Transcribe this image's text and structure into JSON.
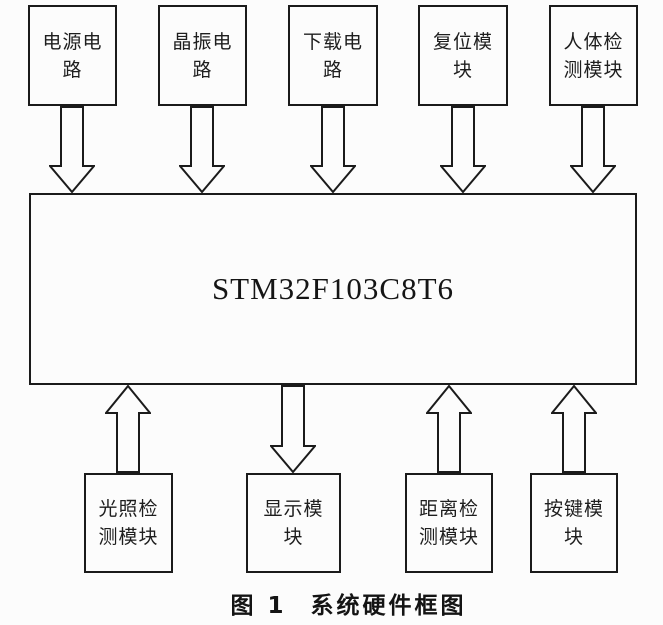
{
  "diagram": {
    "chip": {
      "label": "STM32F103C8T6"
    },
    "top_modules": [
      {
        "label": "电源电路",
        "lines": [
          "电源电",
          "路"
        ],
        "arrow_direction": "down"
      },
      {
        "label": "晶振电路",
        "lines": [
          "晶振电",
          "路"
        ],
        "arrow_direction": "down"
      },
      {
        "label": "下载电路",
        "lines": [
          "下载电",
          "路"
        ],
        "arrow_direction": "down"
      },
      {
        "label": "复位模块",
        "lines": [
          "复位模",
          "块"
        ],
        "arrow_direction": "down"
      },
      {
        "label": "人体检测模块",
        "lines": [
          "人体检",
          "测模块"
        ],
        "arrow_direction": "down"
      }
    ],
    "bottom_modules": [
      {
        "label": "光照检测模块",
        "lines": [
          "光照检",
          "测模块"
        ],
        "arrow_direction": "up"
      },
      {
        "label": "显示模块",
        "lines": [
          "显示模",
          "块"
        ],
        "arrow_direction": "down"
      },
      {
        "label": "距离检测模块",
        "lines": [
          "距离检",
          "测模块"
        ],
        "arrow_direction": "up"
      },
      {
        "label": "按键模块",
        "lines": [
          "按键模",
          "块"
        ],
        "arrow_direction": "up"
      }
    ]
  },
  "caption": {
    "figure_label": "图 1",
    "title": "系统硬件框图"
  },
  "colors": {
    "line": "#1b1b1b",
    "background": "#fcfcfc",
    "text": "#1e1e1e"
  }
}
